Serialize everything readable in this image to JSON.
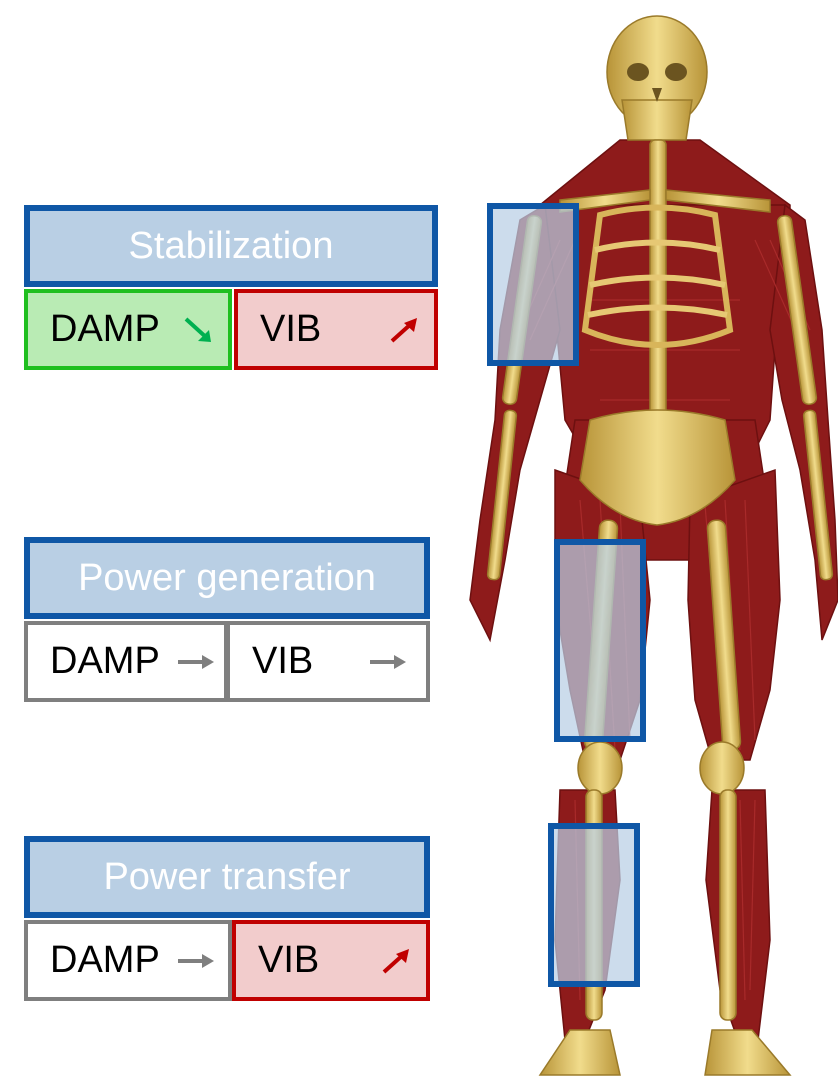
{
  "panels": [
    {
      "id": "stabilization",
      "title": "Stabilization",
      "damp": {
        "label": "DAMP",
        "trend": "decrease"
      },
      "vib": {
        "label": "VIB",
        "trend": "increase"
      }
    },
    {
      "id": "power-generation",
      "title": "Power generation",
      "damp": {
        "label": "DAMP",
        "trend": "steady"
      },
      "vib": {
        "label": "VIB",
        "trend": "steady"
      }
    },
    {
      "id": "power-transfer",
      "title": "Power transfer",
      "damp": {
        "label": "DAMP",
        "trend": "steady"
      },
      "vib": {
        "label": "VIB",
        "trend": "increase"
      }
    }
  ],
  "colors": {
    "title_fill": "#b9cfe4",
    "title_border": "#0f57a6",
    "decrease_fill": "#b9ebb4",
    "decrease_border": "#1fbf1f",
    "decrease_arrow": "#00b050",
    "increase_fill": "#f2cccc",
    "increase_border": "#c00000",
    "increase_arrow": "#c00000",
    "steady_border": "#7f7f7f",
    "steady_arrow": "#7f7f7f",
    "bone": "#e2c36e",
    "muscle": "#8e1b1b"
  },
  "figure": {
    "subject": "human musculoskeletal model",
    "highlighted_regions": [
      "shoulder",
      "thigh",
      "shank"
    ]
  }
}
